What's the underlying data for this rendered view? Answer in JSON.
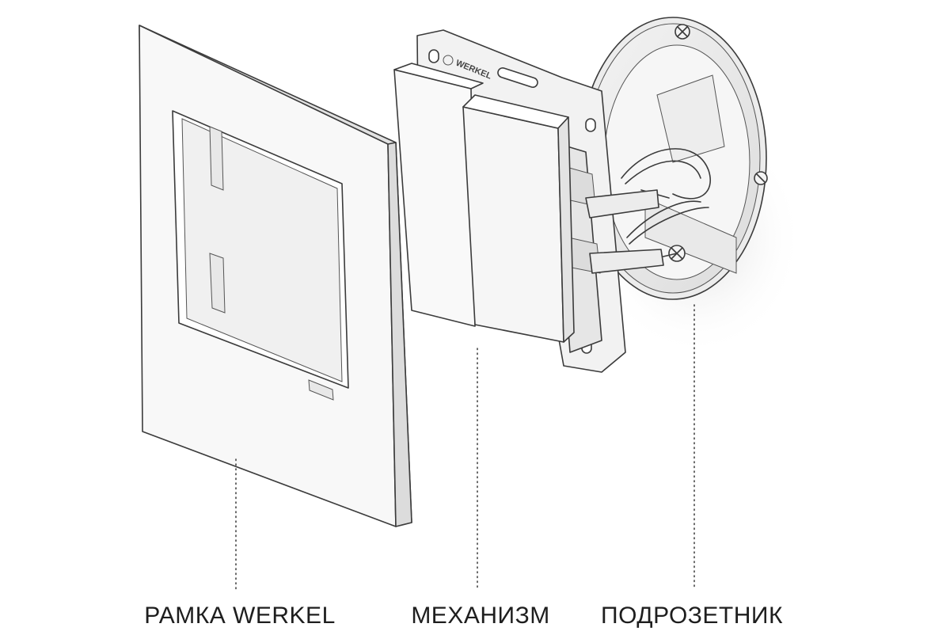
{
  "labels": {
    "frame": "РАМКА WERKEL",
    "mechanism": "МЕХАНИЗМ",
    "box": "ПОДРОЗЕТНИК"
  },
  "brand_mark": "WERKEL",
  "colors": {
    "outline": "#3b3b3b",
    "face": "#f7f7f7",
    "shade": "#e4e4e4",
    "text": "#1e1e1e"
  }
}
